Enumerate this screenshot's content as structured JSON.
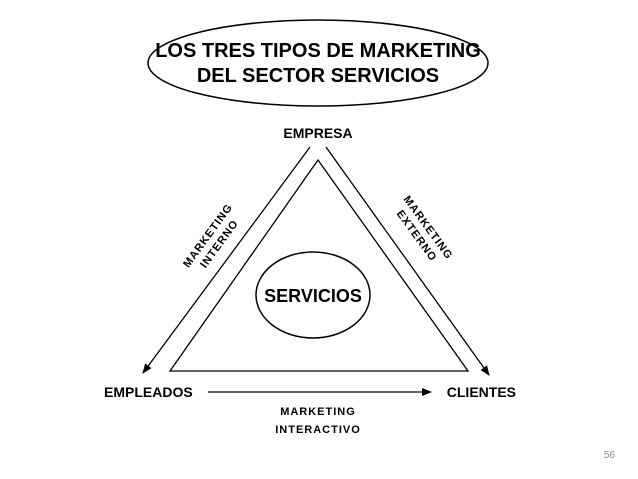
{
  "title": {
    "line1": "LOS TRES TIPOS DE MARKETING",
    "line2": "DEL SECTOR SERVICIOS"
  },
  "vertices": {
    "top": "EMPRESA",
    "left": "EMPLEADOS",
    "right": "CLIENTES"
  },
  "center": "SERVICIOS",
  "edges": {
    "left": {
      "line1": "MARKETING",
      "line2": "INTERNO"
    },
    "right": {
      "line1": "MARKETING",
      "line2": "EXTERNO"
    },
    "bottom": {
      "line1": "MARKETING",
      "line2": "INTERACTIVO"
    }
  },
  "page_number": "56"
}
